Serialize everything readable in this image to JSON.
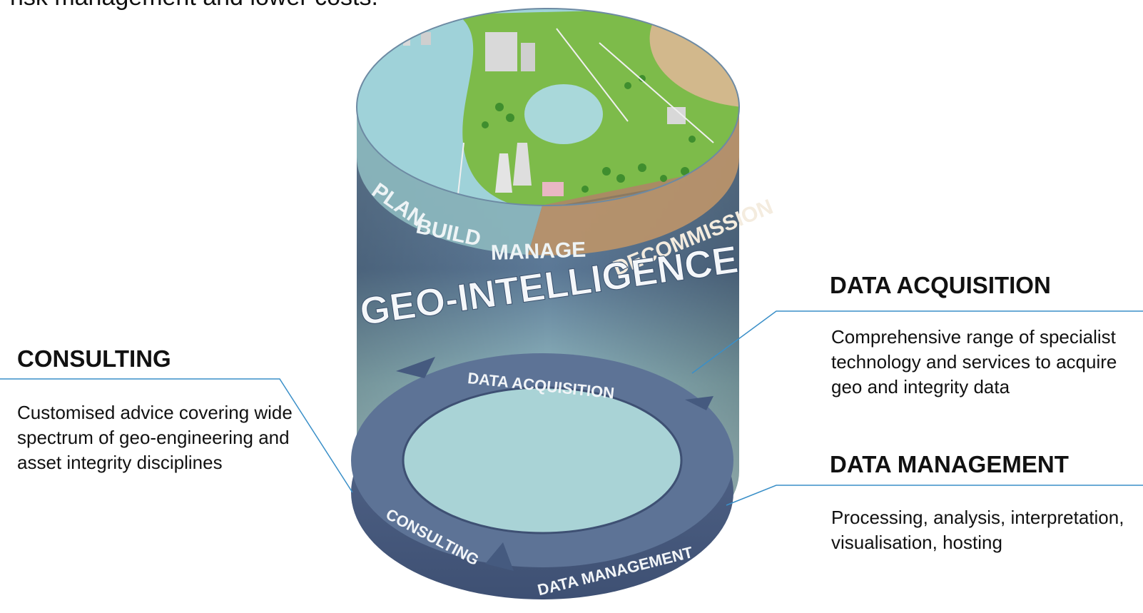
{
  "intro_text": "risk management and lower costs.",
  "sections": {
    "consulting": {
      "title": "CONSULTING",
      "description": "Customised advice covering wide spectrum of geo-engineering and asset integrity disciplines"
    },
    "data_acquisition": {
      "title": "DATA ACQUISITION",
      "description": "Comprehensive range of specialist technology and services to acquire geo and integrity data"
    },
    "data_management": {
      "title": "DATA MANAGEMENT",
      "description": "Processing, analysis, interpretation, visualisation, hosting"
    }
  },
  "cylinder": {
    "heading": "GEO-INTELLIGENCE",
    "phases": [
      "PLAN",
      "BUILD",
      "MANAGE",
      "DECOMMISSION"
    ],
    "ring_labels": {
      "top": "DATA ACQUISITION",
      "bottom_left": "CONSULTING",
      "bottom_right": "DATA MANAGEMENT"
    }
  },
  "colors": {
    "leader_line": "#3a8fc8",
    "ring": "#4d6287",
    "ring_top": "#5d7396",
    "sea": "#8fc9d4",
    "land": "#7dbb4a",
    "sand": "#c9ad82"
  }
}
